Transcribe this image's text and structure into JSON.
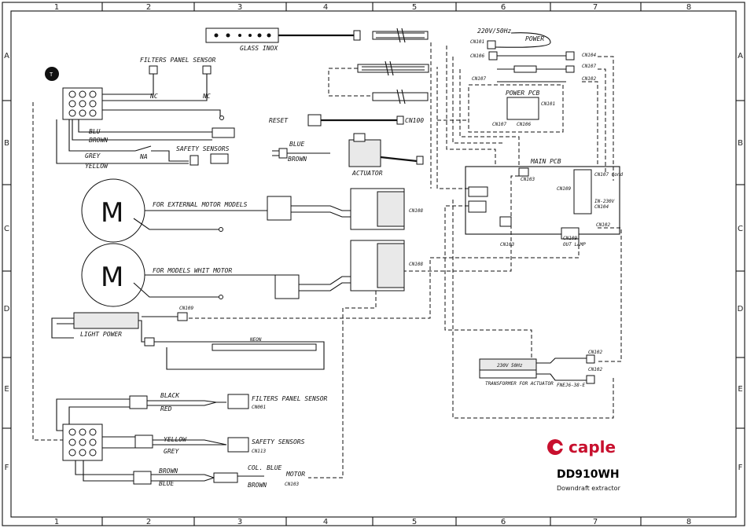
{
  "grid": {
    "columns": [
      "1",
      "2",
      "3",
      "4",
      "5",
      "6",
      "7",
      "8"
    ],
    "rows": [
      "A",
      "B",
      "C",
      "D",
      "E",
      "F"
    ]
  },
  "title_block": {
    "brand": "caple",
    "model": "DD910WH",
    "subtitle": "Downdraft extractor",
    "brand_color": "#c8102e"
  },
  "labels": {
    "glass_inox": "GLASS INOX",
    "filters_panel_sensor_top": "FILTERS PANEL SENSOR",
    "nc1": "NC",
    "nc2": "NC",
    "reset": "RESET",
    "cn100": "CN100",
    "blu_top": "BLU",
    "brown_top": "BROWN",
    "grey_top": "GREY",
    "yellow_top": "YELLOW",
    "na": "NA",
    "safety_sensors_top": "SAFETY SENSORS",
    "blue_act": "BLUE",
    "brown_act": "BROWN",
    "actuator": "ACTUATOR",
    "power_supply": "220V/50Hz",
    "power": "POWER",
    "cn101": "CN101",
    "cn104": "CN104",
    "cn106": "CN106",
    "cn107_a": "CN107",
    "cn107_b": "CN107",
    "cn102": "CN102",
    "power_pcb": "POWER PCB",
    "cn101_b": "CN101",
    "cn107_c": "CN107",
    "cn106_b": "CN106",
    "main_pcb": "MAIN PCB",
    "cn103_top": "CN103",
    "cn109_a": "CN109",
    "cn107_cond": "CN107 Cond",
    "in_230v": "IN-230V",
    "cn104_b": "CN104",
    "cn109_b": "CN109",
    "out_lamp": "OUT LAMP",
    "cn102_b": "CN102",
    "cn103_mid": "CN103",
    "external_motor": "FOR EXTERNAL MOTOR MODELS",
    "cn108_a": "CN108",
    "models_whit_motor": "FOR MODELS WHIT MOTOR",
    "cn108_b": "CN108",
    "motor_symbol": "M",
    "cn109_c": "CN109",
    "light_power": "LIGHT POWER",
    "neon": "NEON",
    "black": "BLACK",
    "red": "RED",
    "filters_panel_sensor_bot": "FILTERS PANEL SENSOR",
    "cn001": "CN001",
    "yellow_bot": "YELLOW",
    "grey_bot": "GREY",
    "safety_sensors_bot": "SAFETY SENSORS",
    "cn113": "CN113",
    "brown_bot": "BROWN",
    "blue_bot": "BLUE",
    "col_blue": "COL. BLUE",
    "brown_bot2": "BROWN",
    "motor_lbl": "MOTOR",
    "cn103_bot": "CN103",
    "cn102_c": "CN102",
    "cn102_d": "CN102",
    "fan_part": "FNEJ6-38-E",
    "transformer": "TRANSFORMER FOR ACTUATOR",
    "trans_rating": "230V 50Hz"
  }
}
